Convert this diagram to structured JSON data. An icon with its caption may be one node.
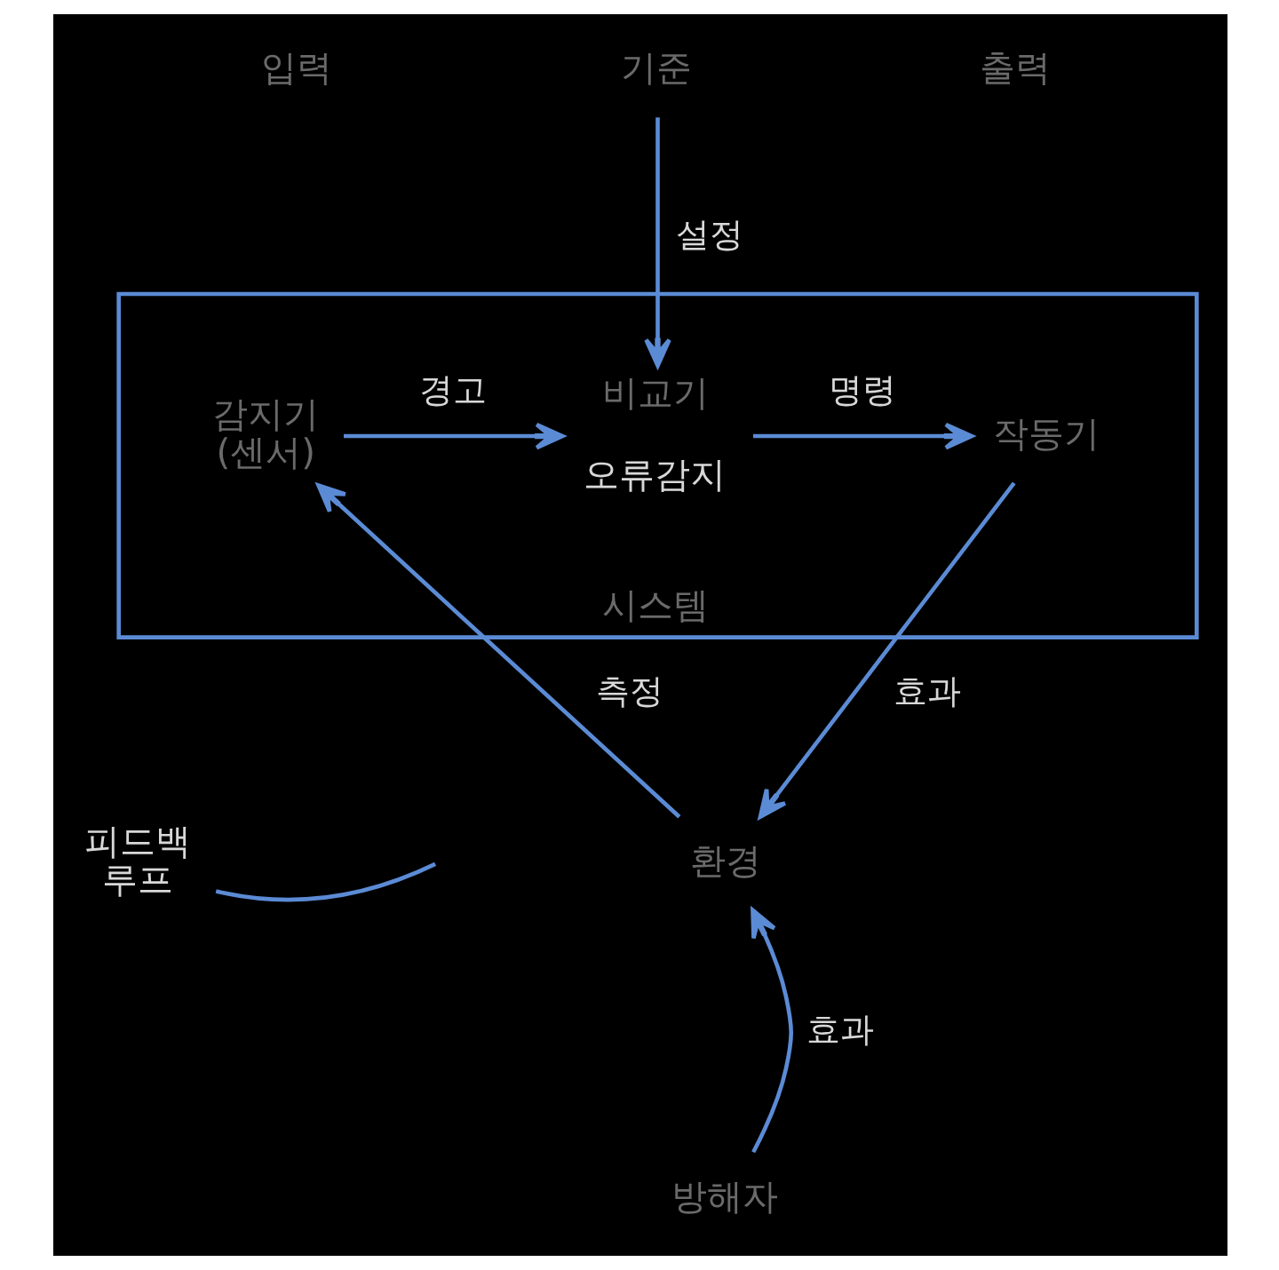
{
  "diagram": {
    "nodes": [
      {
        "text": [
          "기준"
        ]
      },
      {
        "text": [
          "시스템"
        ]
      },
      {
        "text": [
          "감지기 (센서)"
        ],
        "in": 1
      },
      {
        "text": [
          "비교기"
        ],
        "in": 1,
        "beside": [
          "오류감지"
        ]
      },
      {
        "text": [
          "작동기"
        ],
        "in": 1
      },
      {
        "text": [
          "피드백 루프"
        ]
      },
      {
        "text": [
          "환경"
        ]
      },
      {
        "text": [
          "방해자"
        ]
      }
    ],
    "edges": [
      {
        "from": 0,
        "to": 3,
        "arrow": "to",
        "label": "설정"
      },
      {
        "from": 2,
        "to": 3,
        "arrow": "to",
        "label": "경고"
      },
      {
        "from": 3,
        "to": 4,
        "arrow": "to",
        "label": "명령"
      },
      {
        "from": 4,
        "to": 6,
        "arrow": "to",
        "label": "효과"
      },
      {
        "from": 6,
        "to": 2,
        "arrow": "to",
        "label": "측정"
      },
      {
        "from": 7,
        "to": 6,
        "arrow": "to",
        "label": "효과"
      },
      {
        "from": 5,
        "to": null,
        "arrow": "none"
      }
    ],
    "labels": [
      "입력",
      "출력"
    ]
  }
}
